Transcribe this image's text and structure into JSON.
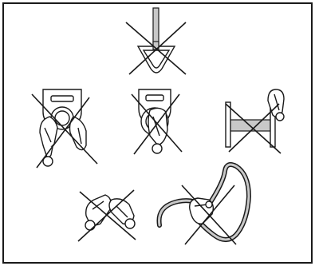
{
  "figure": {
    "panels": [
      {
        "id": "anchor-dring-on-bar",
        "status": "prohibited"
      },
      {
        "id": "dring-multiple-snaphooks",
        "status": "prohibited"
      },
      {
        "id": "dring-snaphook-rotated",
        "status": "prohibited"
      },
      {
        "id": "snaphook-on-ibeam-flange",
        "status": "prohibited"
      },
      {
        "id": "snaphooks-hooked-together",
        "status": "prohibited"
      },
      {
        "id": "snaphook-on-own-lanyard",
        "status": "prohibited"
      }
    ],
    "colors": {
      "line": "#1a1a1a",
      "fill": "#c8c8c8",
      "background": "#ffffff"
    }
  }
}
